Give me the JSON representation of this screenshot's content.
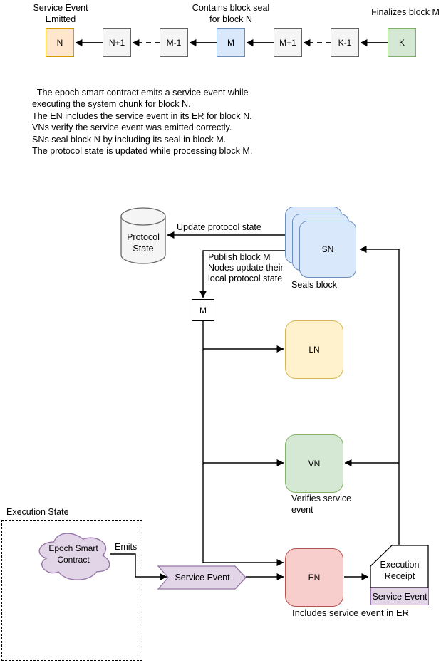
{
  "block_chain": {
    "annotation_service_event": [
      "Service Event",
      "Emitted"
    ],
    "annotation_contains_seal": [
      "Contains block seal",
      "for block N"
    ],
    "annotation_finalizes": "Finalizes block M",
    "blocks": [
      {
        "label": "N",
        "color": "#ffe6cc",
        "border": "#d79b00"
      },
      {
        "label": "N+1",
        "color": "#f5f5f5",
        "border": "#666666"
      },
      {
        "label": "M-1",
        "color": "#f5f5f5",
        "border": "#666666"
      },
      {
        "label": "M",
        "color": "#dae8fc",
        "border": "#6c8ebf"
      },
      {
        "label": "M+1",
        "color": "#f5f5f5",
        "border": "#666666"
      },
      {
        "label": "K-1",
        "color": "#f5f5f5",
        "border": "#666666"
      },
      {
        "label": "K",
        "color": "#d5e8d4",
        "border": "#82b366"
      }
    ]
  },
  "notes": {
    "lines": [
      "  The epoch smart contract emits a service event while",
      "executing the system chunk for block N.",
      "The EN includes the service event in its ER for block N.",
      "VNs verify the service event was emitted correctly.",
      "SNs seal block N by including its seal in block M.",
      "The protocol state is updated while processing block M."
    ]
  },
  "flow": {
    "protocol_state": {
      "lines": [
        "Protocol",
        "State"
      ],
      "color": "#f5f5f5",
      "border": "#666666"
    },
    "update_protocol_state_label": "Update protocol state",
    "publish_label_lines": [
      "Publish block M",
      "Nodes update their",
      "local protocol state"
    ],
    "sn": {
      "label": "SN",
      "caption": "Seals block",
      "color": "#dae8fc",
      "border": "#6c8ebf"
    },
    "m_block": {
      "label": "M"
    },
    "ln": {
      "label": "LN",
      "color": "#fff2cc",
      "border": "#d6b656"
    },
    "vn": {
      "label": "VN",
      "caption": "Verifies service event",
      "color": "#d5e8d4",
      "border": "#82b366"
    },
    "en": {
      "label": "EN",
      "caption": "Includes service event in ER",
      "color": "#f8cecc",
      "border": "#b85450"
    },
    "execution_receipt": {
      "lines": [
        "Execution",
        "Receipt"
      ],
      "band_label": "Service Event"
    },
    "service_event": {
      "label": "Service Event",
      "color": "#e1d5e7",
      "border": "#9673a6"
    },
    "execution_state": {
      "label": "Execution State"
    },
    "epoch_contract": {
      "lines": [
        "Epoch Smart",
        "Contract"
      ],
      "emits_label": "Emits",
      "color": "#e1d5e7",
      "border": "#9673a6"
    }
  }
}
